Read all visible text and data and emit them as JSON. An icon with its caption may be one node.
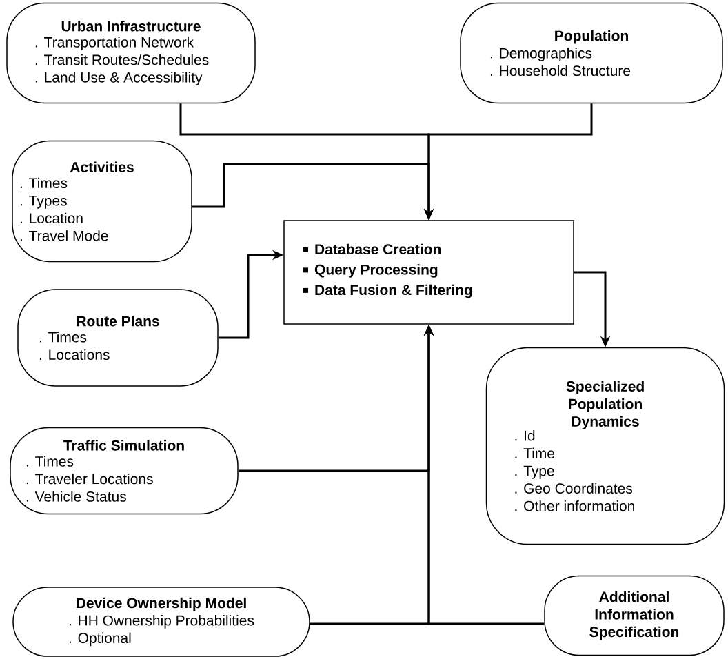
{
  "diagram": {
    "nodes": [
      {
        "text": [
          "Urban Infrastructure",
          ". Transportation Network",
          ". Transit Routes/Schedules",
          ". Land Use & Accessibility"
        ]
      },
      {
        "text": [
          "Population",
          ". Demographics",
          ". Household Structure"
        ]
      },
      {
        "text": [
          "Activities",
          ". Times",
          ". Types",
          ". Location",
          ". Travel Mode"
        ]
      },
      {
        "text": [
          "Database Creation",
          "Query Processing",
          "Data Fusion & Filtering"
        ]
      },
      {
        "text": [
          "Route Plans",
          ". Times",
          ". Locations"
        ]
      },
      {
        "text": [
          "Specialized Population Dynamics",
          ". Id",
          ". Time",
          ". Type",
          ". Geo Coordinates",
          ". Other information"
        ]
      },
      {
        "text": [
          "Traffic Simulation",
          ". Times",
          ". Traveler Locations",
          ". Vehicle Status"
        ]
      },
      {
        "text": [
          "Device Ownership Model",
          ". HH Ownership Probabilities",
          ". Optional"
        ]
      },
      {
        "text": [
          "Additional Information Specification"
        ]
      }
    ],
    "edges": [
      {
        "from": 0,
        "to": 3,
        "arrow": "to"
      },
      {
        "from": 1,
        "to": 3,
        "arrow": "to"
      },
      {
        "from": 2,
        "to": 3,
        "arrow": "to"
      },
      {
        "from": 4,
        "to": 3,
        "arrow": "to"
      },
      {
        "from": 3,
        "to": 5,
        "arrow": "to"
      },
      {
        "from": 6,
        "to": 3,
        "arrow": "to"
      },
      {
        "from": 7,
        "to": 3,
        "arrow": "to"
      },
      {
        "from": 8,
        "to": 3,
        "arrow": "to"
      }
    ]
  }
}
